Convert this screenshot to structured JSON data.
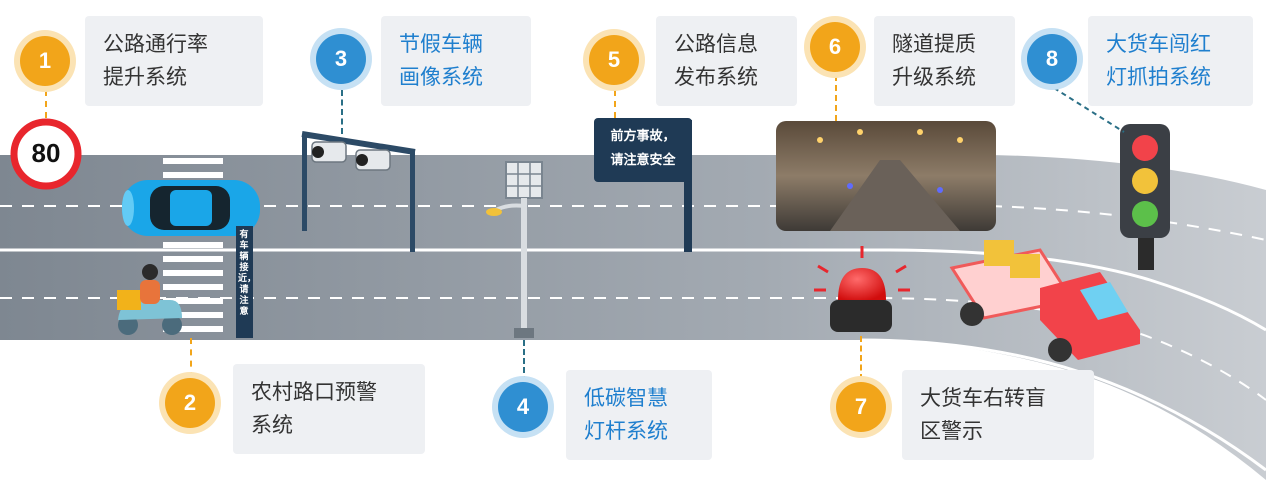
{
  "items": [
    {
      "num": "1",
      "label_line1": "公路通行率",
      "label_line2": "提升系统"
    },
    {
      "num": "2",
      "label_line1": "农村路口预警",
      "label_line2": "系统"
    },
    {
      "num": "3",
      "label_line1": "节假车辆",
      "label_line2": "画像系统"
    },
    {
      "num": "4",
      "label_line1": "低碳智慧",
      "label_line2": "灯杆系统"
    },
    {
      "num": "5",
      "label_line1": "公路信息",
      "label_line2": "发布系统"
    },
    {
      "num": "6",
      "label_line1": "隧道提质",
      "label_line2": "升级系统"
    },
    {
      "num": "7",
      "label_line1": "大货车右转盲",
      "label_line2": "区警示"
    },
    {
      "num": "8",
      "label_line1": "大货车闯红",
      "label_line2": "灯抓拍系统"
    }
  ],
  "speed_sign": {
    "value": "80"
  },
  "info_board": {
    "line1": "前方事故，",
    "line2": "请注意安全"
  },
  "warning_post": {
    "text": "有车辆接近，请注意"
  },
  "colors": {
    "orange": "#f2a51a",
    "blue": "#2f8fd2",
    "road": "#8a939c",
    "label_bg": "#eef0f3",
    "blue_text": "#1f7fce"
  }
}
